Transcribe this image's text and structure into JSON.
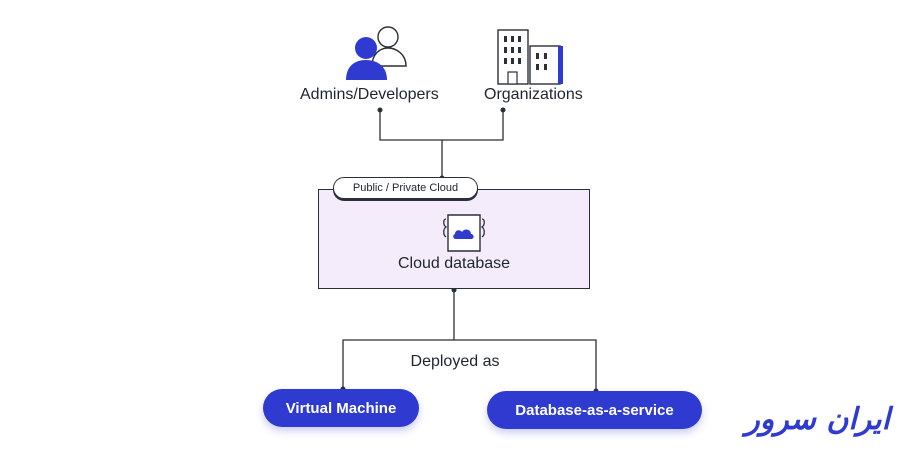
{
  "top_nodes": {
    "admins_label": "Admins/Developers",
    "orgs_label": "Organizations"
  },
  "cloud": {
    "tag_label": "Public / Private Cloud",
    "title": "Cloud database"
  },
  "deployment": {
    "connector_label": "Deployed as",
    "options": [
      {
        "label": "Virtual Machine"
      },
      {
        "label": "Database-as-a-service"
      }
    ]
  },
  "brand": {
    "logo_text": "ایران سرور"
  },
  "colors": {
    "accent": "#2f3bd0",
    "box_fill": "#f5ecfb",
    "line": "#2b2f3a"
  },
  "icons": [
    "users-icon",
    "buildings-icon",
    "cloud-database-icon"
  ]
}
